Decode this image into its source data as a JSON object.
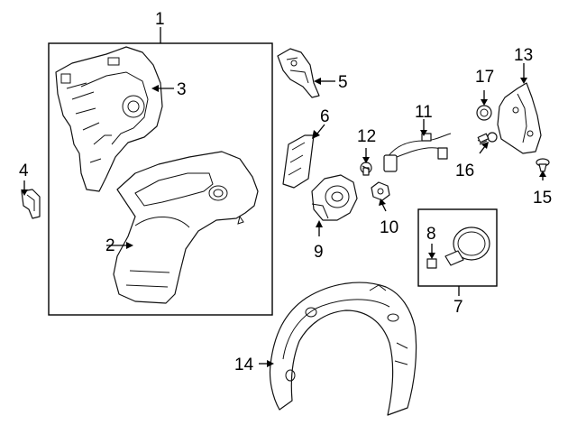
{
  "diagram": {
    "callouts": {
      "c1": "1",
      "c2": "2",
      "c3": "3",
      "c4": "4",
      "c5": "5",
      "c6": "6",
      "c7": "7",
      "c8": "8",
      "c9": "9",
      "c10": "10",
      "c11": "11",
      "c12": "12",
      "c13": "13",
      "c14": "14",
      "c15": "15",
      "c16": "16",
      "c17": "17"
    },
    "parts": [
      {
        "id": "quarter-panel-assembly",
        "callout": "1"
      },
      {
        "id": "quarter-panel-outer",
        "callout": "2"
      },
      {
        "id": "inner-wheelhouse-panel",
        "callout": "3"
      },
      {
        "id": "small-bracket",
        "callout": "4"
      },
      {
        "id": "upper-bracket",
        "callout": "5"
      },
      {
        "id": "trim-strip",
        "callout": "6"
      },
      {
        "id": "fuel-door-kit",
        "callout": "7"
      },
      {
        "id": "fuel-door-bumper",
        "callout": "8"
      },
      {
        "id": "fuel-filler-housing",
        "callout": "9"
      },
      {
        "id": "release-bracket",
        "callout": "10"
      },
      {
        "id": "release-cable",
        "callout": "11"
      },
      {
        "id": "housing-screw",
        "callout": "12"
      },
      {
        "id": "mud-flap",
        "callout": "13"
      },
      {
        "id": "fender-liner",
        "callout": "14"
      },
      {
        "id": "push-retainer",
        "callout": "15"
      },
      {
        "id": "liner-screw",
        "callout": "16"
      },
      {
        "id": "nut",
        "callout": "17"
      }
    ],
    "line_color": "#111111",
    "background": "#ffffff"
  }
}
